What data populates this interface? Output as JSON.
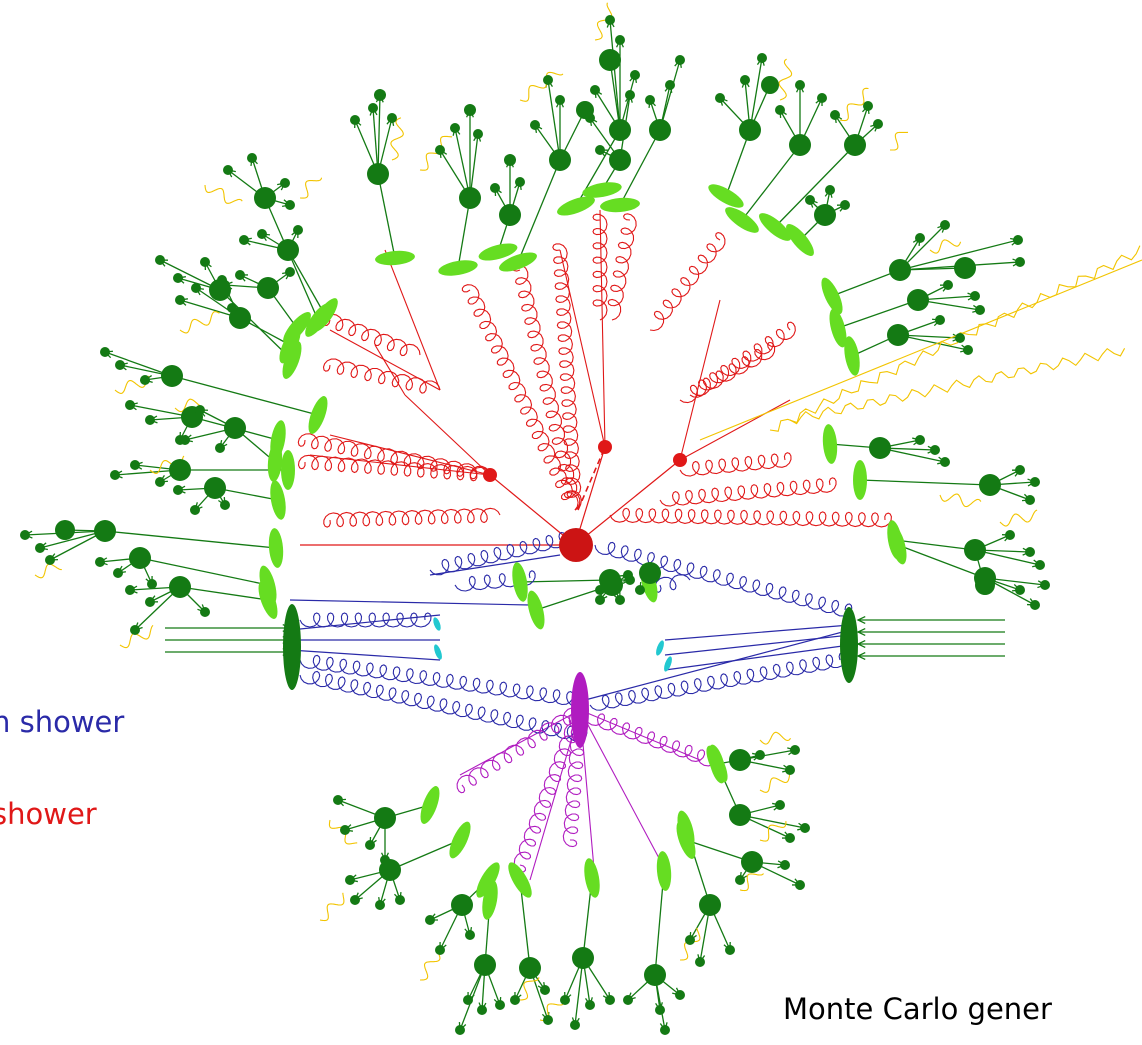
{
  "captions": {
    "initial_shower": "n shower",
    "final_shower": "shower",
    "generator": "Monte Carlo gener"
  },
  "colors": {
    "initial_state": "#2a2aa8",
    "final_state": "#e01818",
    "hadron": "#147a14",
    "cluster": "#66dd22",
    "photon": "#f2c400",
    "remnant": "#22c8d0",
    "underlying_event": "#b01cc0",
    "text_dark": "#000000"
  }
}
